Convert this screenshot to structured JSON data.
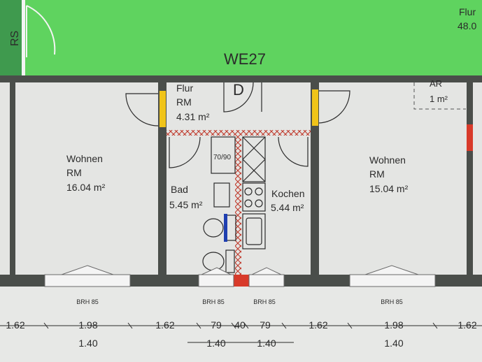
{
  "colors": {
    "paper": "#e7e8e6",
    "grass": "#5fd35f",
    "grass_dark": "#3f9a4e",
    "wall": "#4a4e4a",
    "door_yellow": "#f0c419",
    "accent_red": "#d83a2a",
    "hatch": "#c0392b"
  },
  "header": {
    "unit_label": "WE27",
    "corner_label": "RS",
    "top_right_room": "Flur",
    "top_right_area": "48.0"
  },
  "rooms": [
    {
      "name": "Flur",
      "sub": "RM",
      "area": "4.31 m²"
    },
    {
      "name": "Wohnen",
      "sub": "RM",
      "area": "16.04 m²"
    },
    {
      "name": "Bad",
      "area": "5.45 m²"
    },
    {
      "name": "Kochen",
      "area": "5.44 m²"
    },
    {
      "name": "Wohnen",
      "sub": "RM",
      "area": "15.04 m²"
    },
    {
      "name": "AR",
      "area": "1 m²"
    }
  ],
  "marks": {
    "door_letter": "D",
    "shower": "70/90"
  },
  "windows": [
    "BRH 85",
    "BRH 85",
    "BRH 85",
    "BRH 85"
  ],
  "dimensions": {
    "row1": [
      "1.62",
      "1.98",
      "1.62",
      "79",
      "40",
      "79",
      "1.62",
      "1.98",
      "1.62"
    ],
    "row2": [
      "1.40",
      "1.40",
      "1.40",
      "1.40"
    ]
  }
}
